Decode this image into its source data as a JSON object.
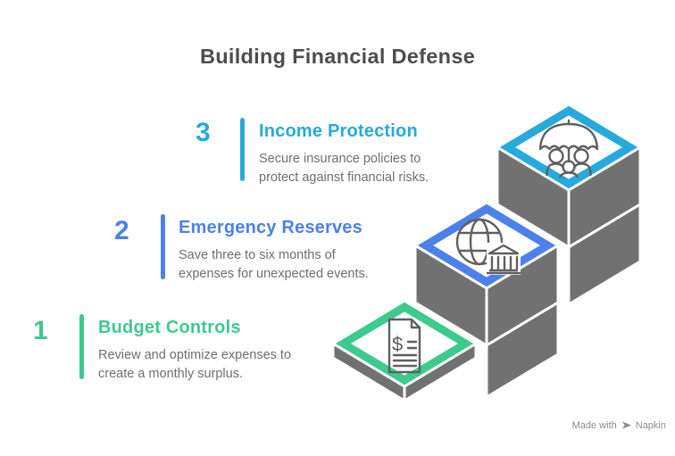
{
  "title": "Building Financial Defense",
  "colors": {
    "cyan": "#28A9DC",
    "blue": "#4C81E9",
    "green": "#3DCA8E",
    "wall_gray": "#717171",
    "icon_stroke": "#5F5F5F",
    "desc_gray": "#6E6E6E",
    "title_gray": "#4D4D4D",
    "watermark_gray": "#8C8C8C"
  },
  "steps": [
    {
      "number": "1",
      "title": "Budget Controls",
      "desc_lines": [
        "Review and optimize expenses to",
        "create a monthly surplus."
      ],
      "color": "#3DCA8E",
      "icon": "dollar-document-icon",
      "icon_glyph": "$"
    },
    {
      "number": "2",
      "title": "Emergency Reserves",
      "desc_lines": [
        "Save three to six months of",
        "expenses for unexpected events."
      ],
      "color": "#4C81E9",
      "icon": "globe-bank-icon"
    },
    {
      "number": "3",
      "title": "Income Protection",
      "desc_lines": [
        "Secure insurance policies to",
        "protect against financial risks."
      ],
      "color": "#28A9DC",
      "icon": "umbrella-family-icon"
    }
  ],
  "watermark": {
    "prefix": "Made with",
    "brand": "Napkin"
  }
}
